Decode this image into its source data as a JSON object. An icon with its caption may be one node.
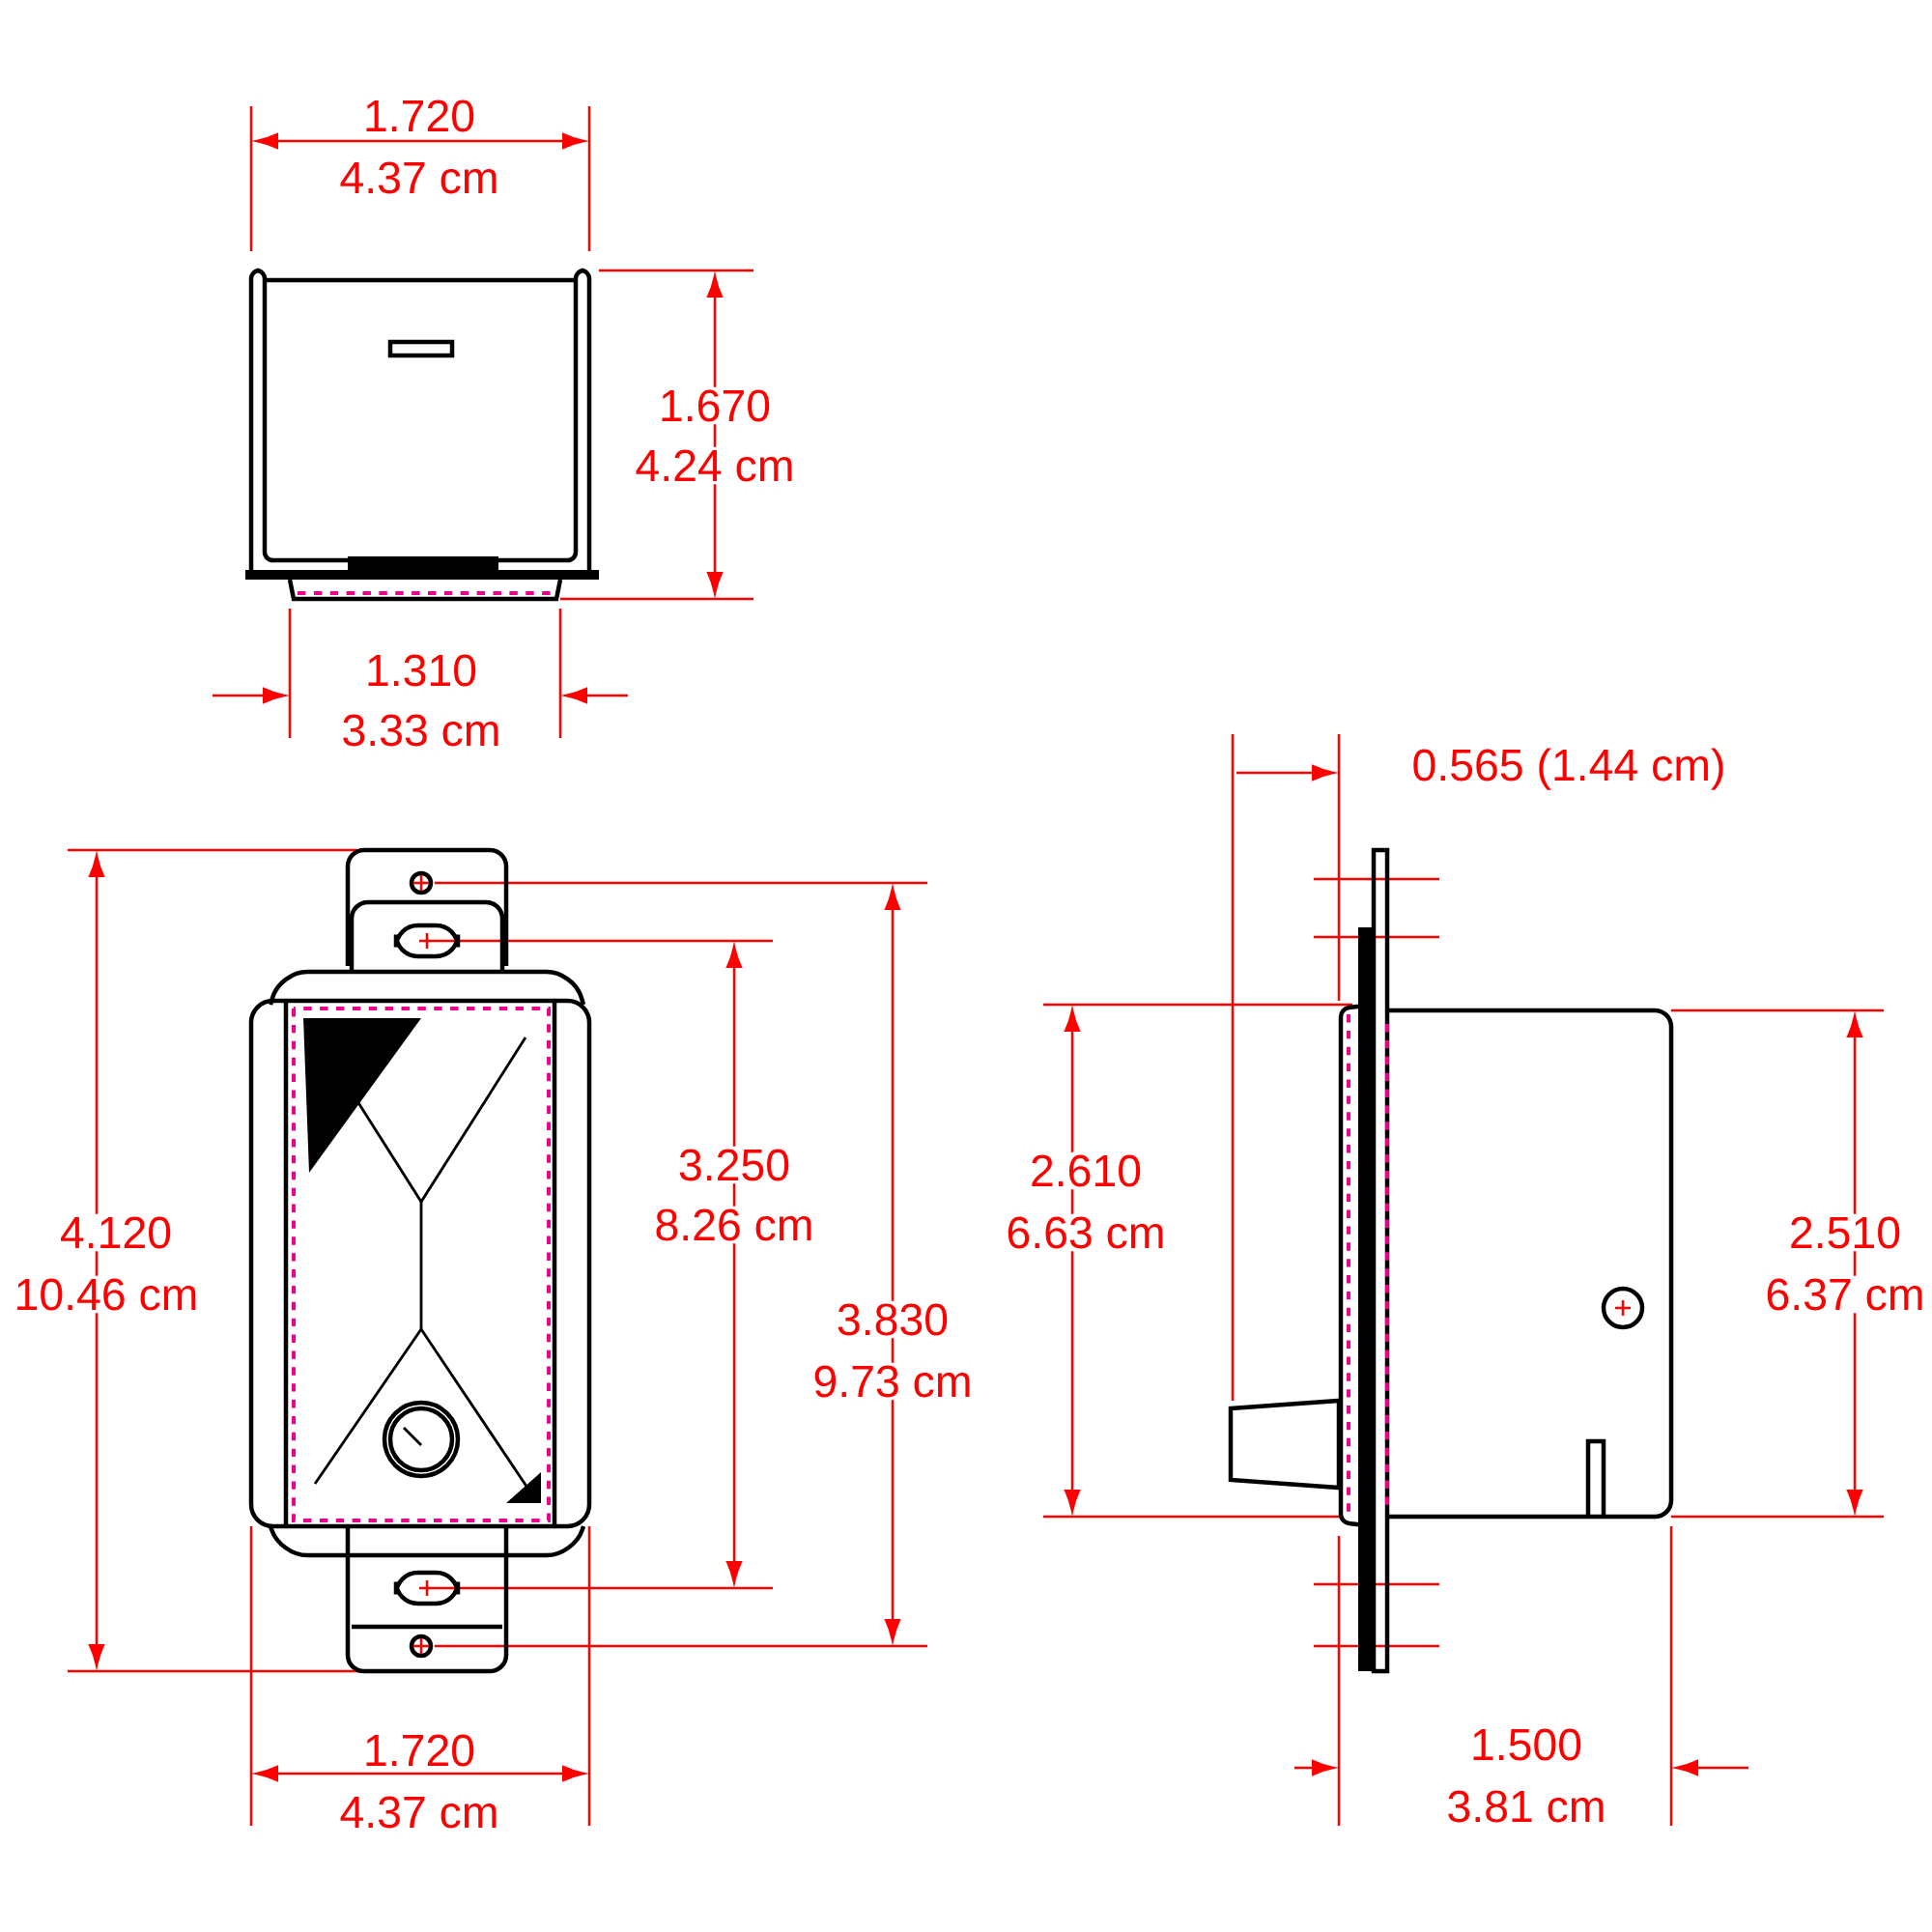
{
  "diagram": {
    "labels": [
      "1.720",
      "4.37 cm",
      "1.670",
      "4.24 cm",
      "1.310",
      "3.33 cm",
      "0.565 (1.44 cm)",
      "4.120",
      "10.46 cm",
      "3.250",
      "8.26 cm",
      "2.610",
      "6.63 cm",
      "2.510",
      "6.37 cm",
      "3.830",
      "9.73 cm",
      "1.720",
      "4.37 cm",
      "1.500",
      "3.81 cm"
    ]
  }
}
